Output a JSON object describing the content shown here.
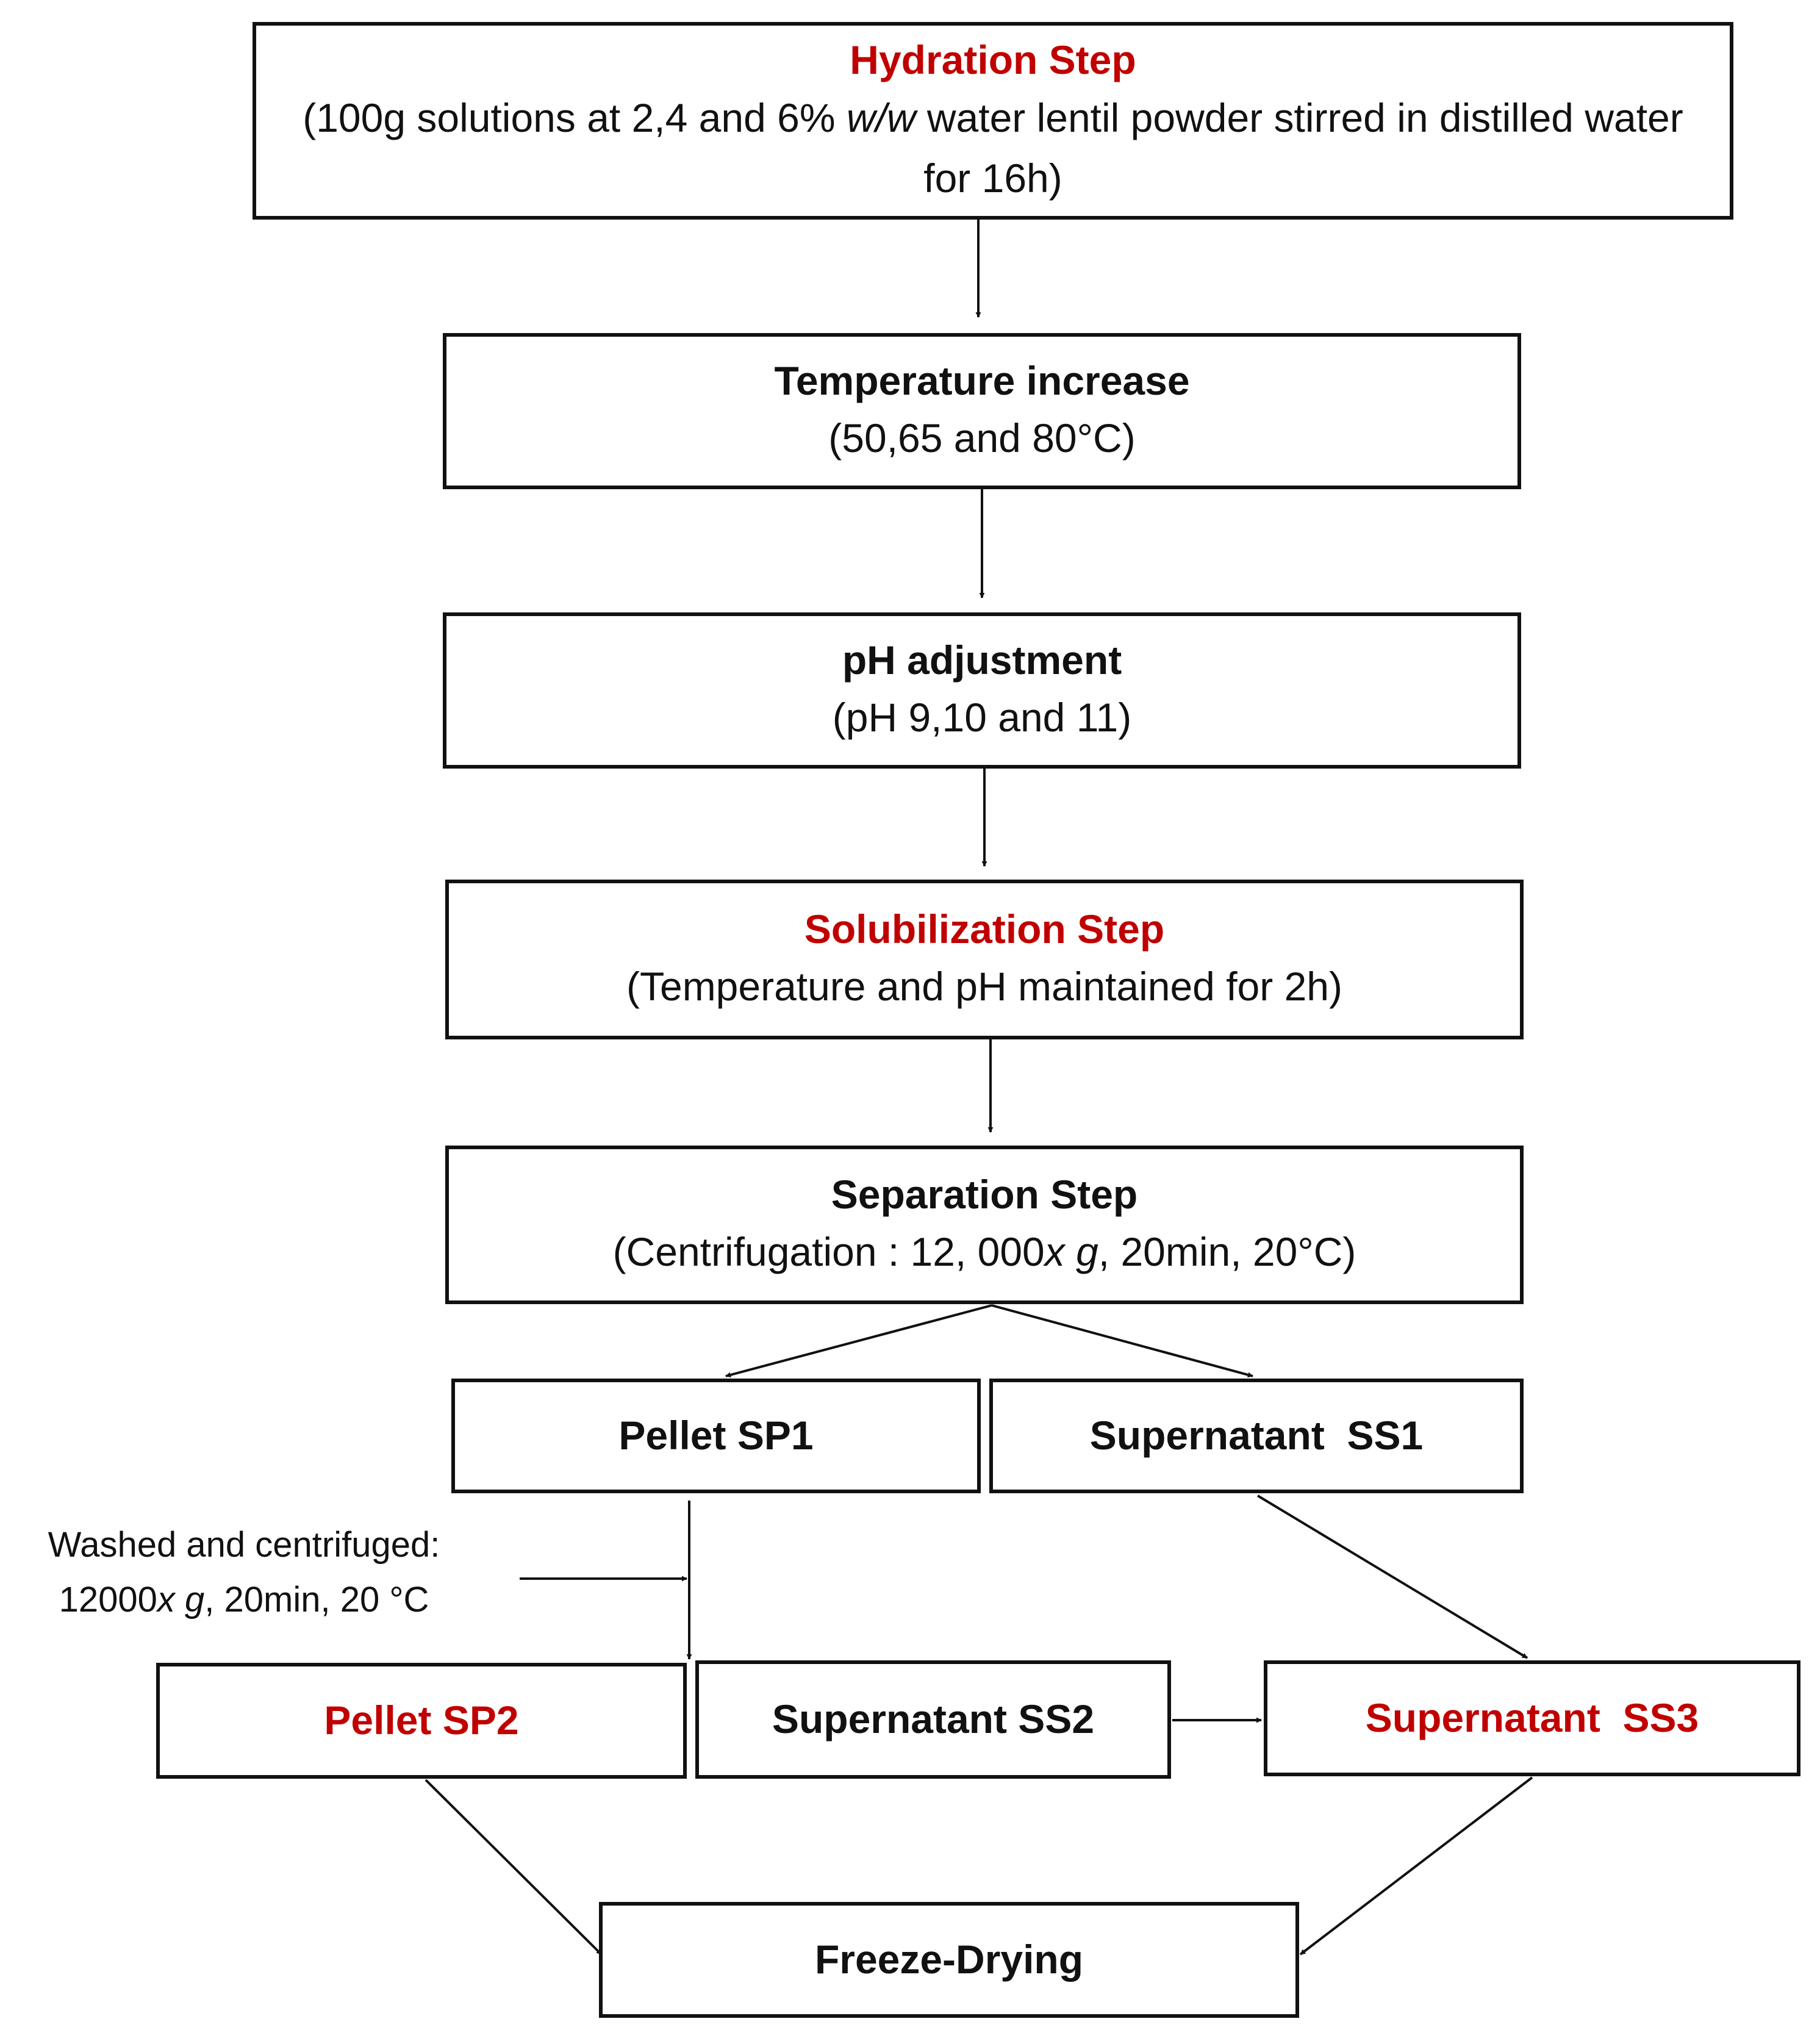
{
  "colors": {
    "highlight": "#c00000",
    "text": "#111111",
    "line": "#111111"
  },
  "nodes": {
    "hydration": {
      "title": "Hydration Step",
      "detail_before": "(100g solutions at 2,4 and 6% ",
      "detail_italic": "w/w",
      "detail_after": " water lentil powder stirred in distilled water for 16h)"
    },
    "temperature": {
      "title": "Temperature increase",
      "detail": "(50,65 and 80°C)"
    },
    "ph": {
      "title": "pH adjustment",
      "detail": "(pH 9,10 and 11)"
    },
    "solubilization": {
      "title": "Solubilization Step",
      "detail": "(Temperature and pH maintained for 2h)"
    },
    "separation": {
      "title": "Separation Step",
      "detail_before": "(Centrifugation : 12, 000",
      "detail_italic": "x g",
      "detail_after": ", 20min, 20°C)"
    },
    "pellet_sp1": {
      "title": "Pellet SP1"
    },
    "supernatant_ss1": {
      "title": "Supernatant  SS1"
    },
    "pellet_sp2": {
      "title": "Pellet SP2"
    },
    "supernatant_ss2": {
      "title": "Supernatant SS2"
    },
    "supernatant_ss3": {
      "title": "Supernatant  SS3"
    },
    "freeze_drying": {
      "title": "Freeze-Drying"
    }
  },
  "wash_note": {
    "line1": "Washed and centrifuged:",
    "line2_before": "12000",
    "line2_italic": "x g",
    "line2_after": ", 20min, 20 °C"
  }
}
